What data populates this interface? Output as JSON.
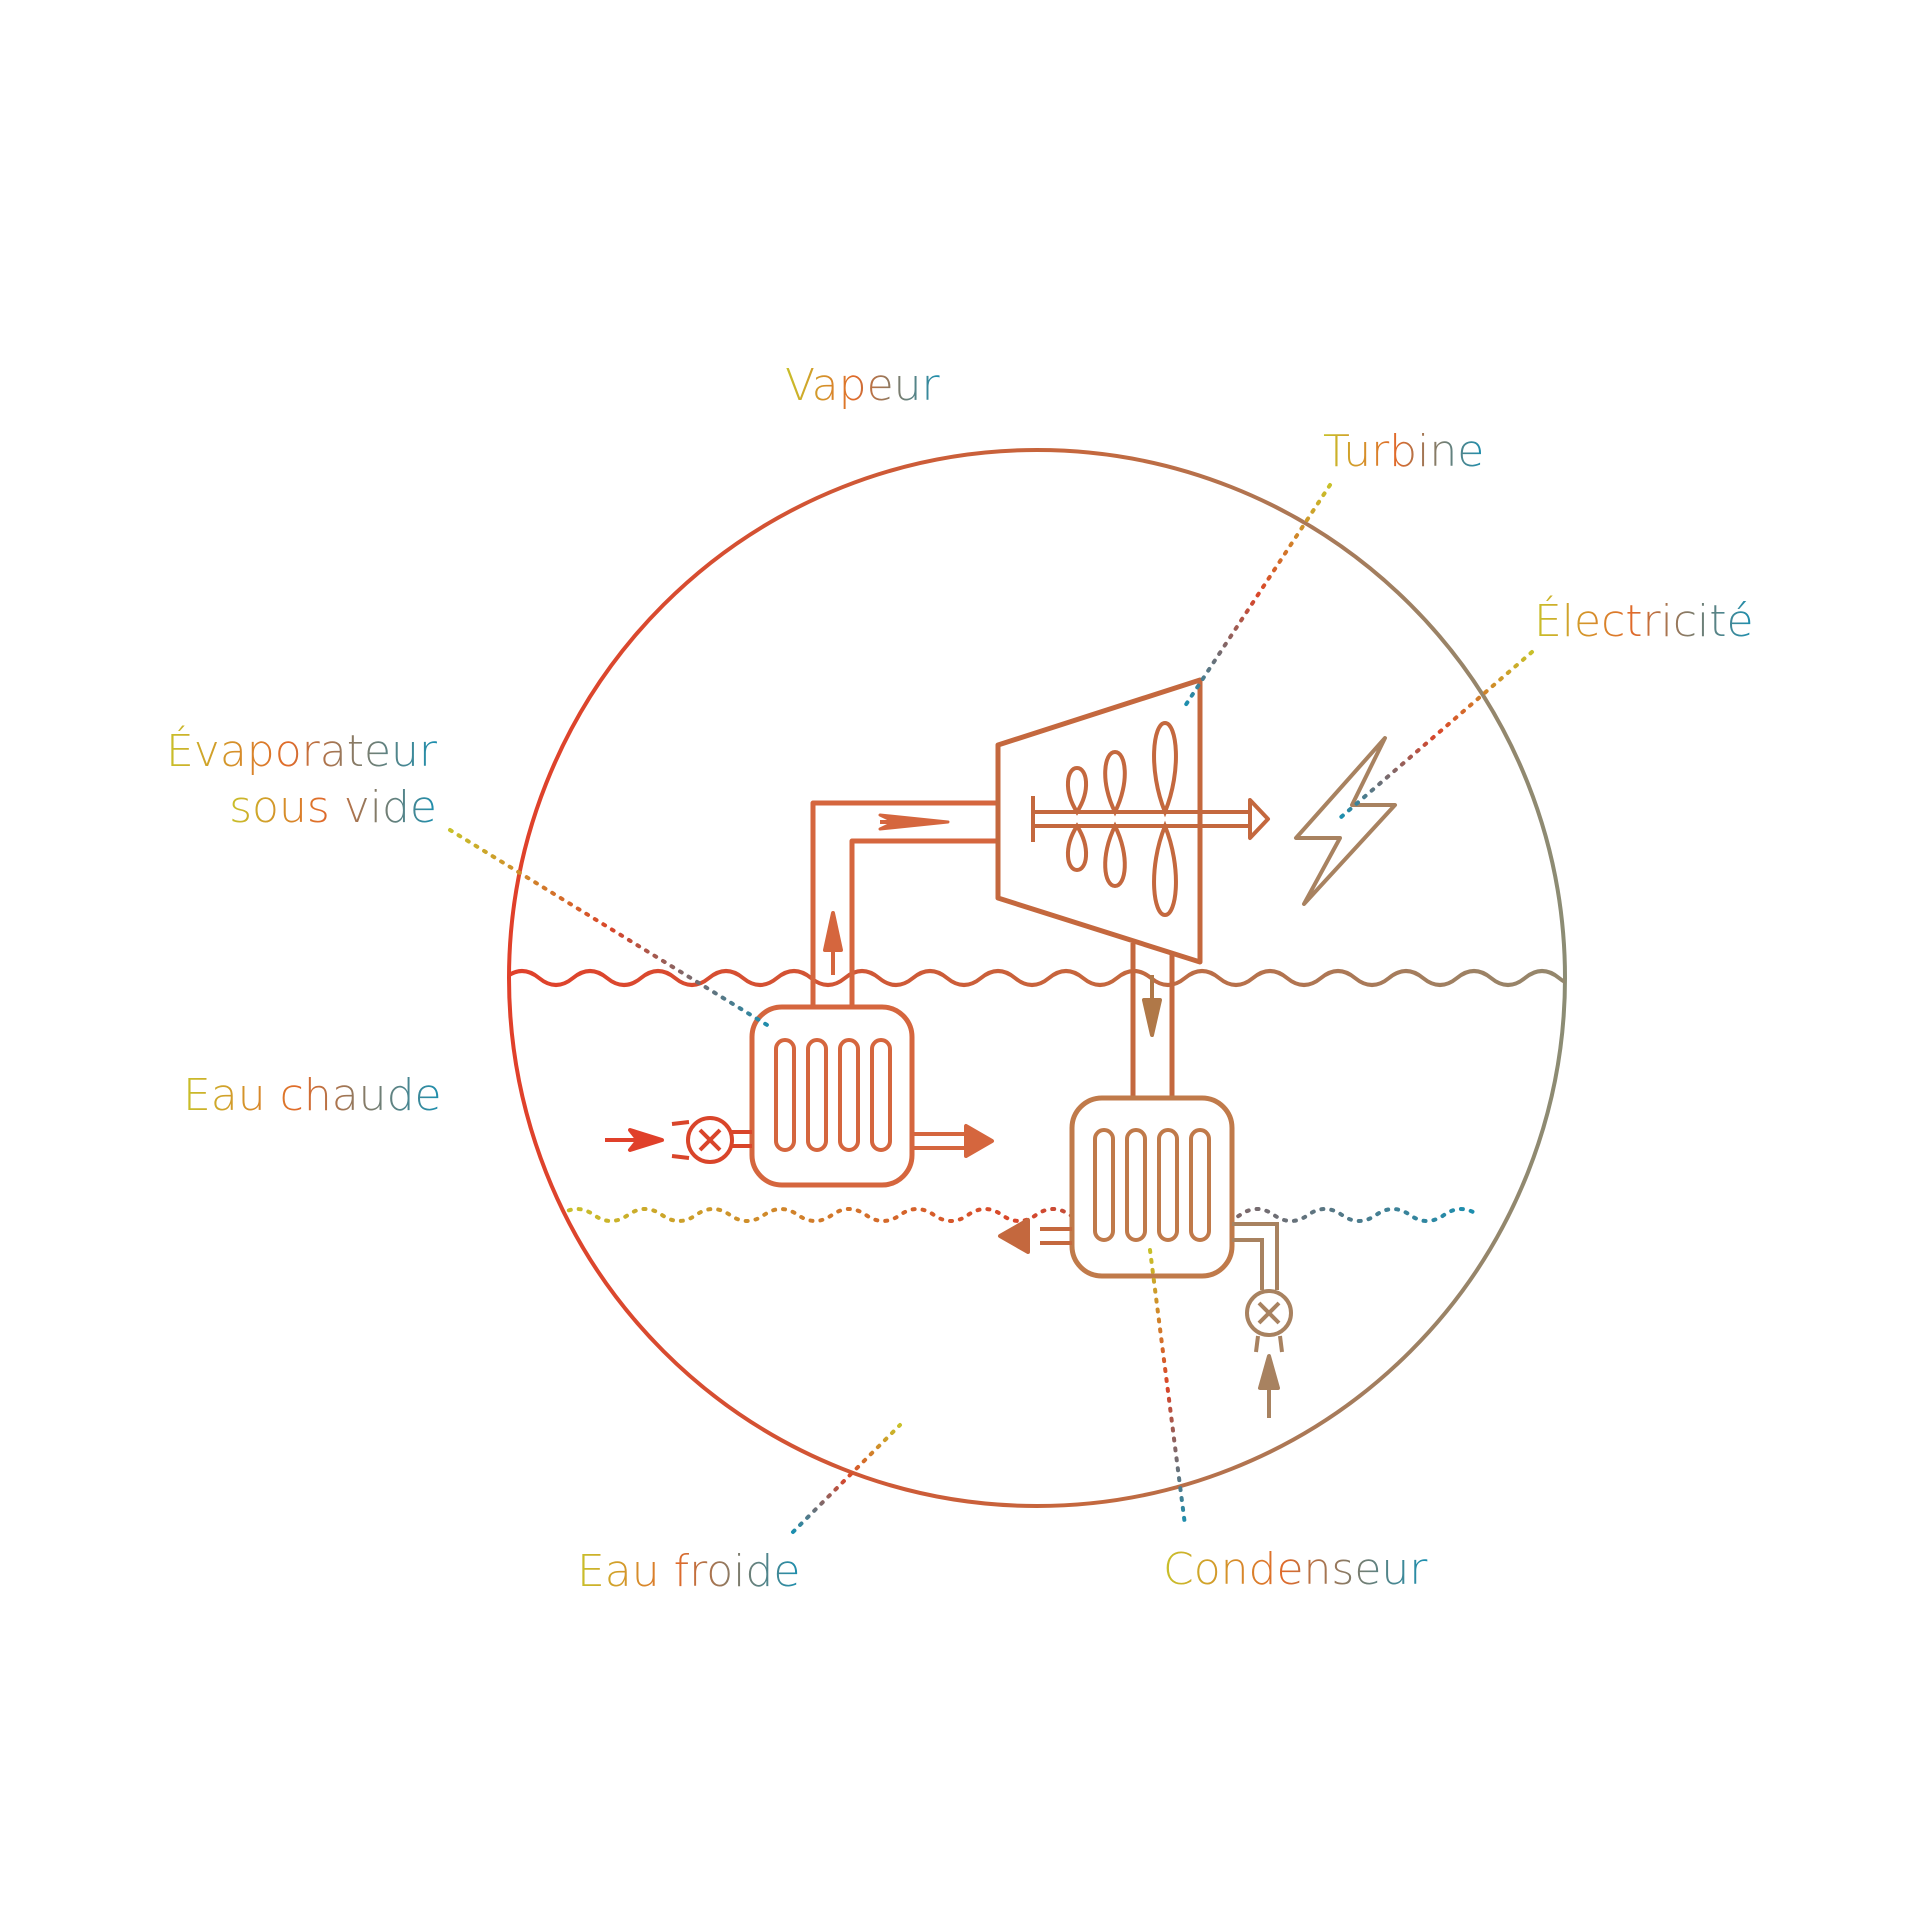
{
  "labels": {
    "vapeur": "Vapeur",
    "turbine": "Turbine",
    "electricite": "Électricité",
    "evaporateur_line1": "Évaporateur",
    "evaporateur_line2": "sous vide",
    "eau_chaude": "Eau chaude",
    "eau_froide": "Eau froide",
    "condenseur": "Condenseur"
  },
  "colors": {
    "circle_left": "#e0402a",
    "circle_right": "#8c8c74",
    "pipe": "#d5663e",
    "condenser": "#c07a4a",
    "label_yellow": "#c8c12a",
    "label_orange": "#e06a2a",
    "label_teal": "#1a8fb0",
    "dotted_yellow": "#c8c12a",
    "dotted_red": "#d9452a",
    "dotted_teal": "#1a8fb0"
  },
  "icons": [
    "pump-icon",
    "lightning-bolt-icon",
    "turbine-icon",
    "heat-exchanger-icon"
  ]
}
